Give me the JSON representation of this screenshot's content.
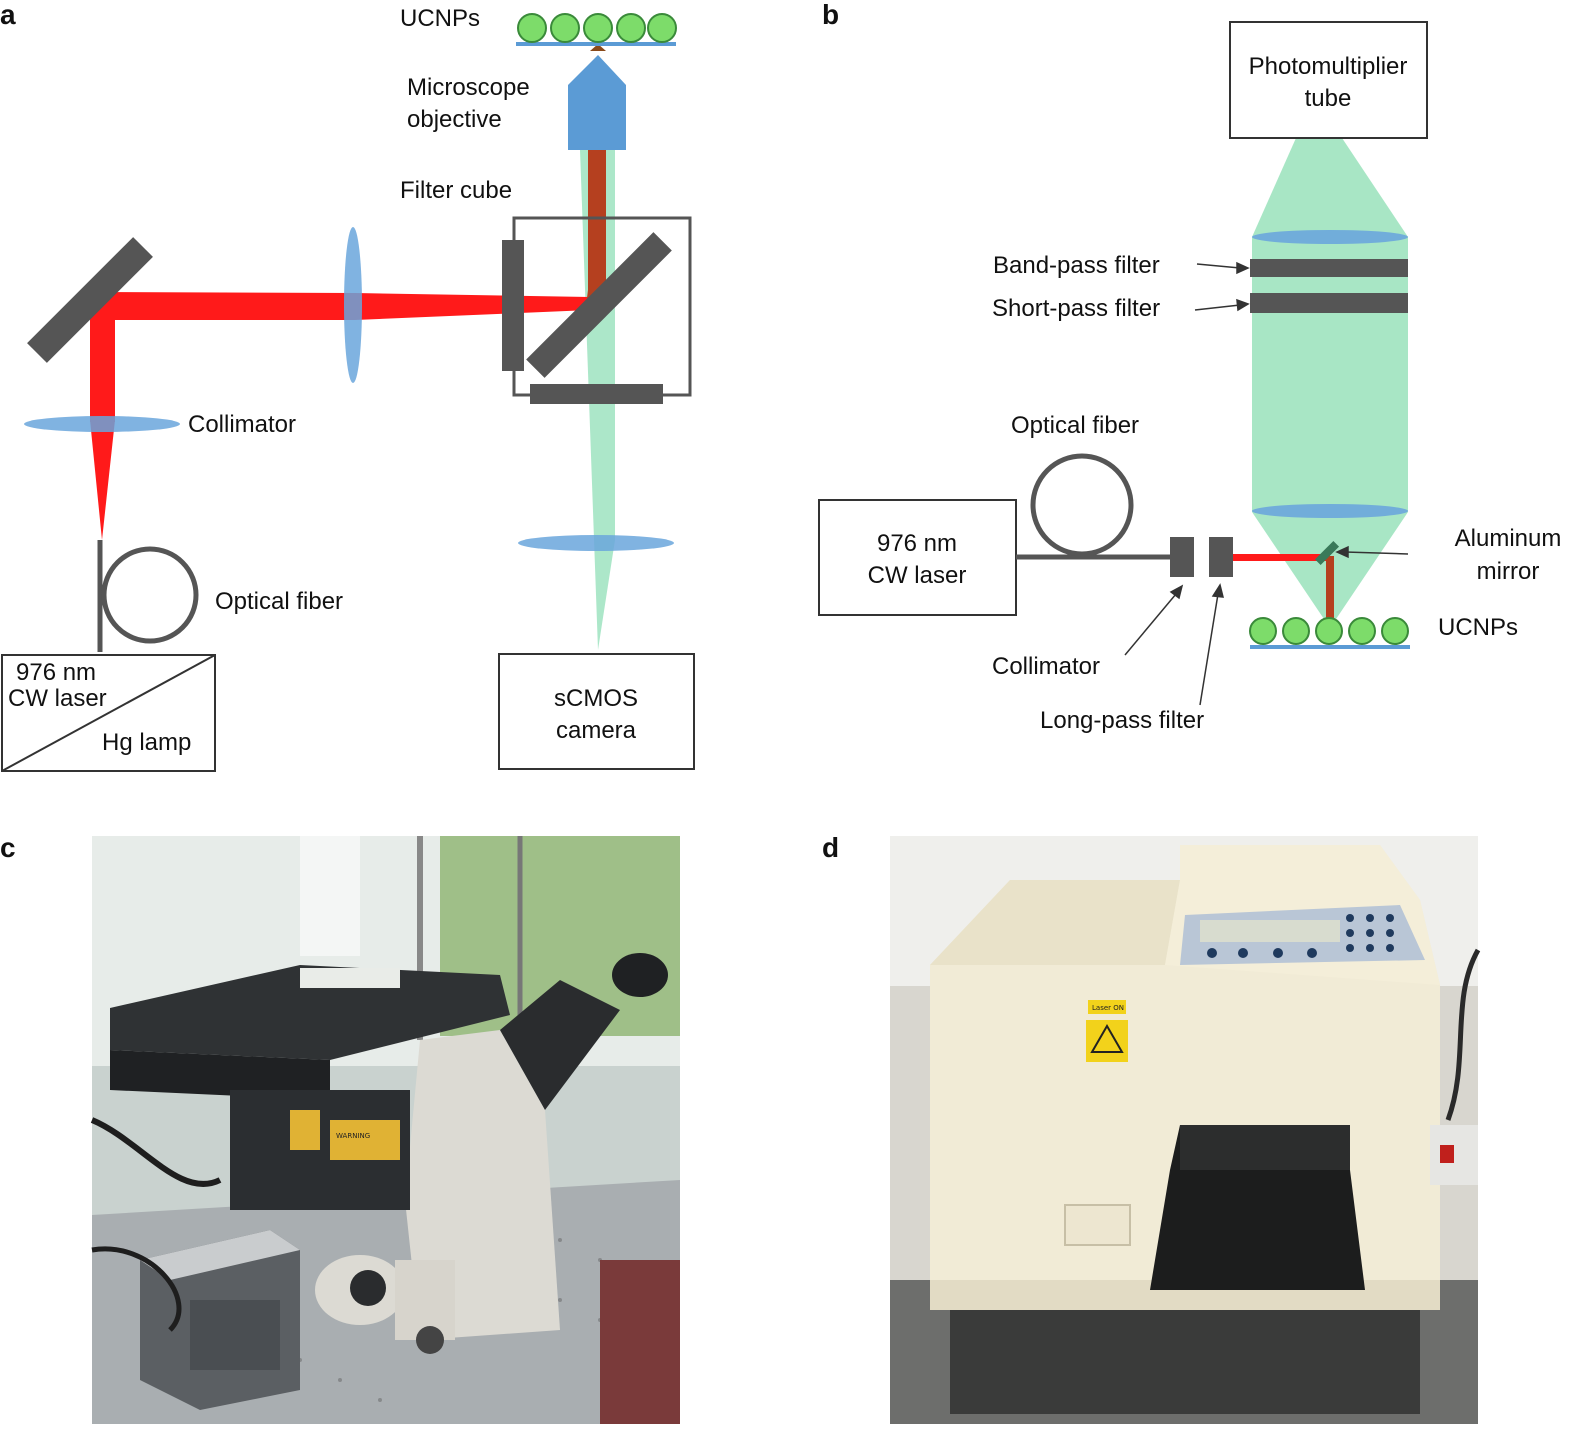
{
  "panels": {
    "a": {
      "letter": "a",
      "labels": {
        "ucnps": "UCNPs",
        "objective_line1": "Microscope",
        "objective_line2": "objective",
        "filter_cube": "Filter cube",
        "collimator": "Collimator",
        "optical_fiber": "Optical fiber",
        "laser_line1": "976 nm",
        "laser_line2": "CW laser",
        "hg_lamp": "Hg lamp",
        "camera_line1": "sCMOS",
        "camera_line2": "camera"
      }
    },
    "b": {
      "letter": "b",
      "labels": {
        "pmt_line1": "Photomultiplier",
        "pmt_line2": "tube",
        "band_pass": "Band-pass filter",
        "short_pass": "Short-pass filter",
        "optical_fiber": "Optical fiber",
        "laser_line1": "976 nm",
        "laser_line2": "CW laser",
        "mirror_line1": "Aluminum",
        "mirror_line2": "mirror",
        "ucnps": "UCNPs",
        "collimator": "Collimator",
        "long_pass": "Long-pass filter"
      }
    },
    "c": {
      "letter": "c",
      "photo_label": "WARNING"
    },
    "d": {
      "letter": "d",
      "photo_label": "Laser ON"
    }
  },
  "colors": {
    "laser_red": "#ff1a1a",
    "emission_green": "#9ee3bf",
    "lens_blue": "#6aa6dc",
    "objective_blue": "#5b9bd5",
    "optic_gray": "#555555",
    "collected_brown": "#b5401f",
    "particle_green": "#7ddc6a"
  }
}
